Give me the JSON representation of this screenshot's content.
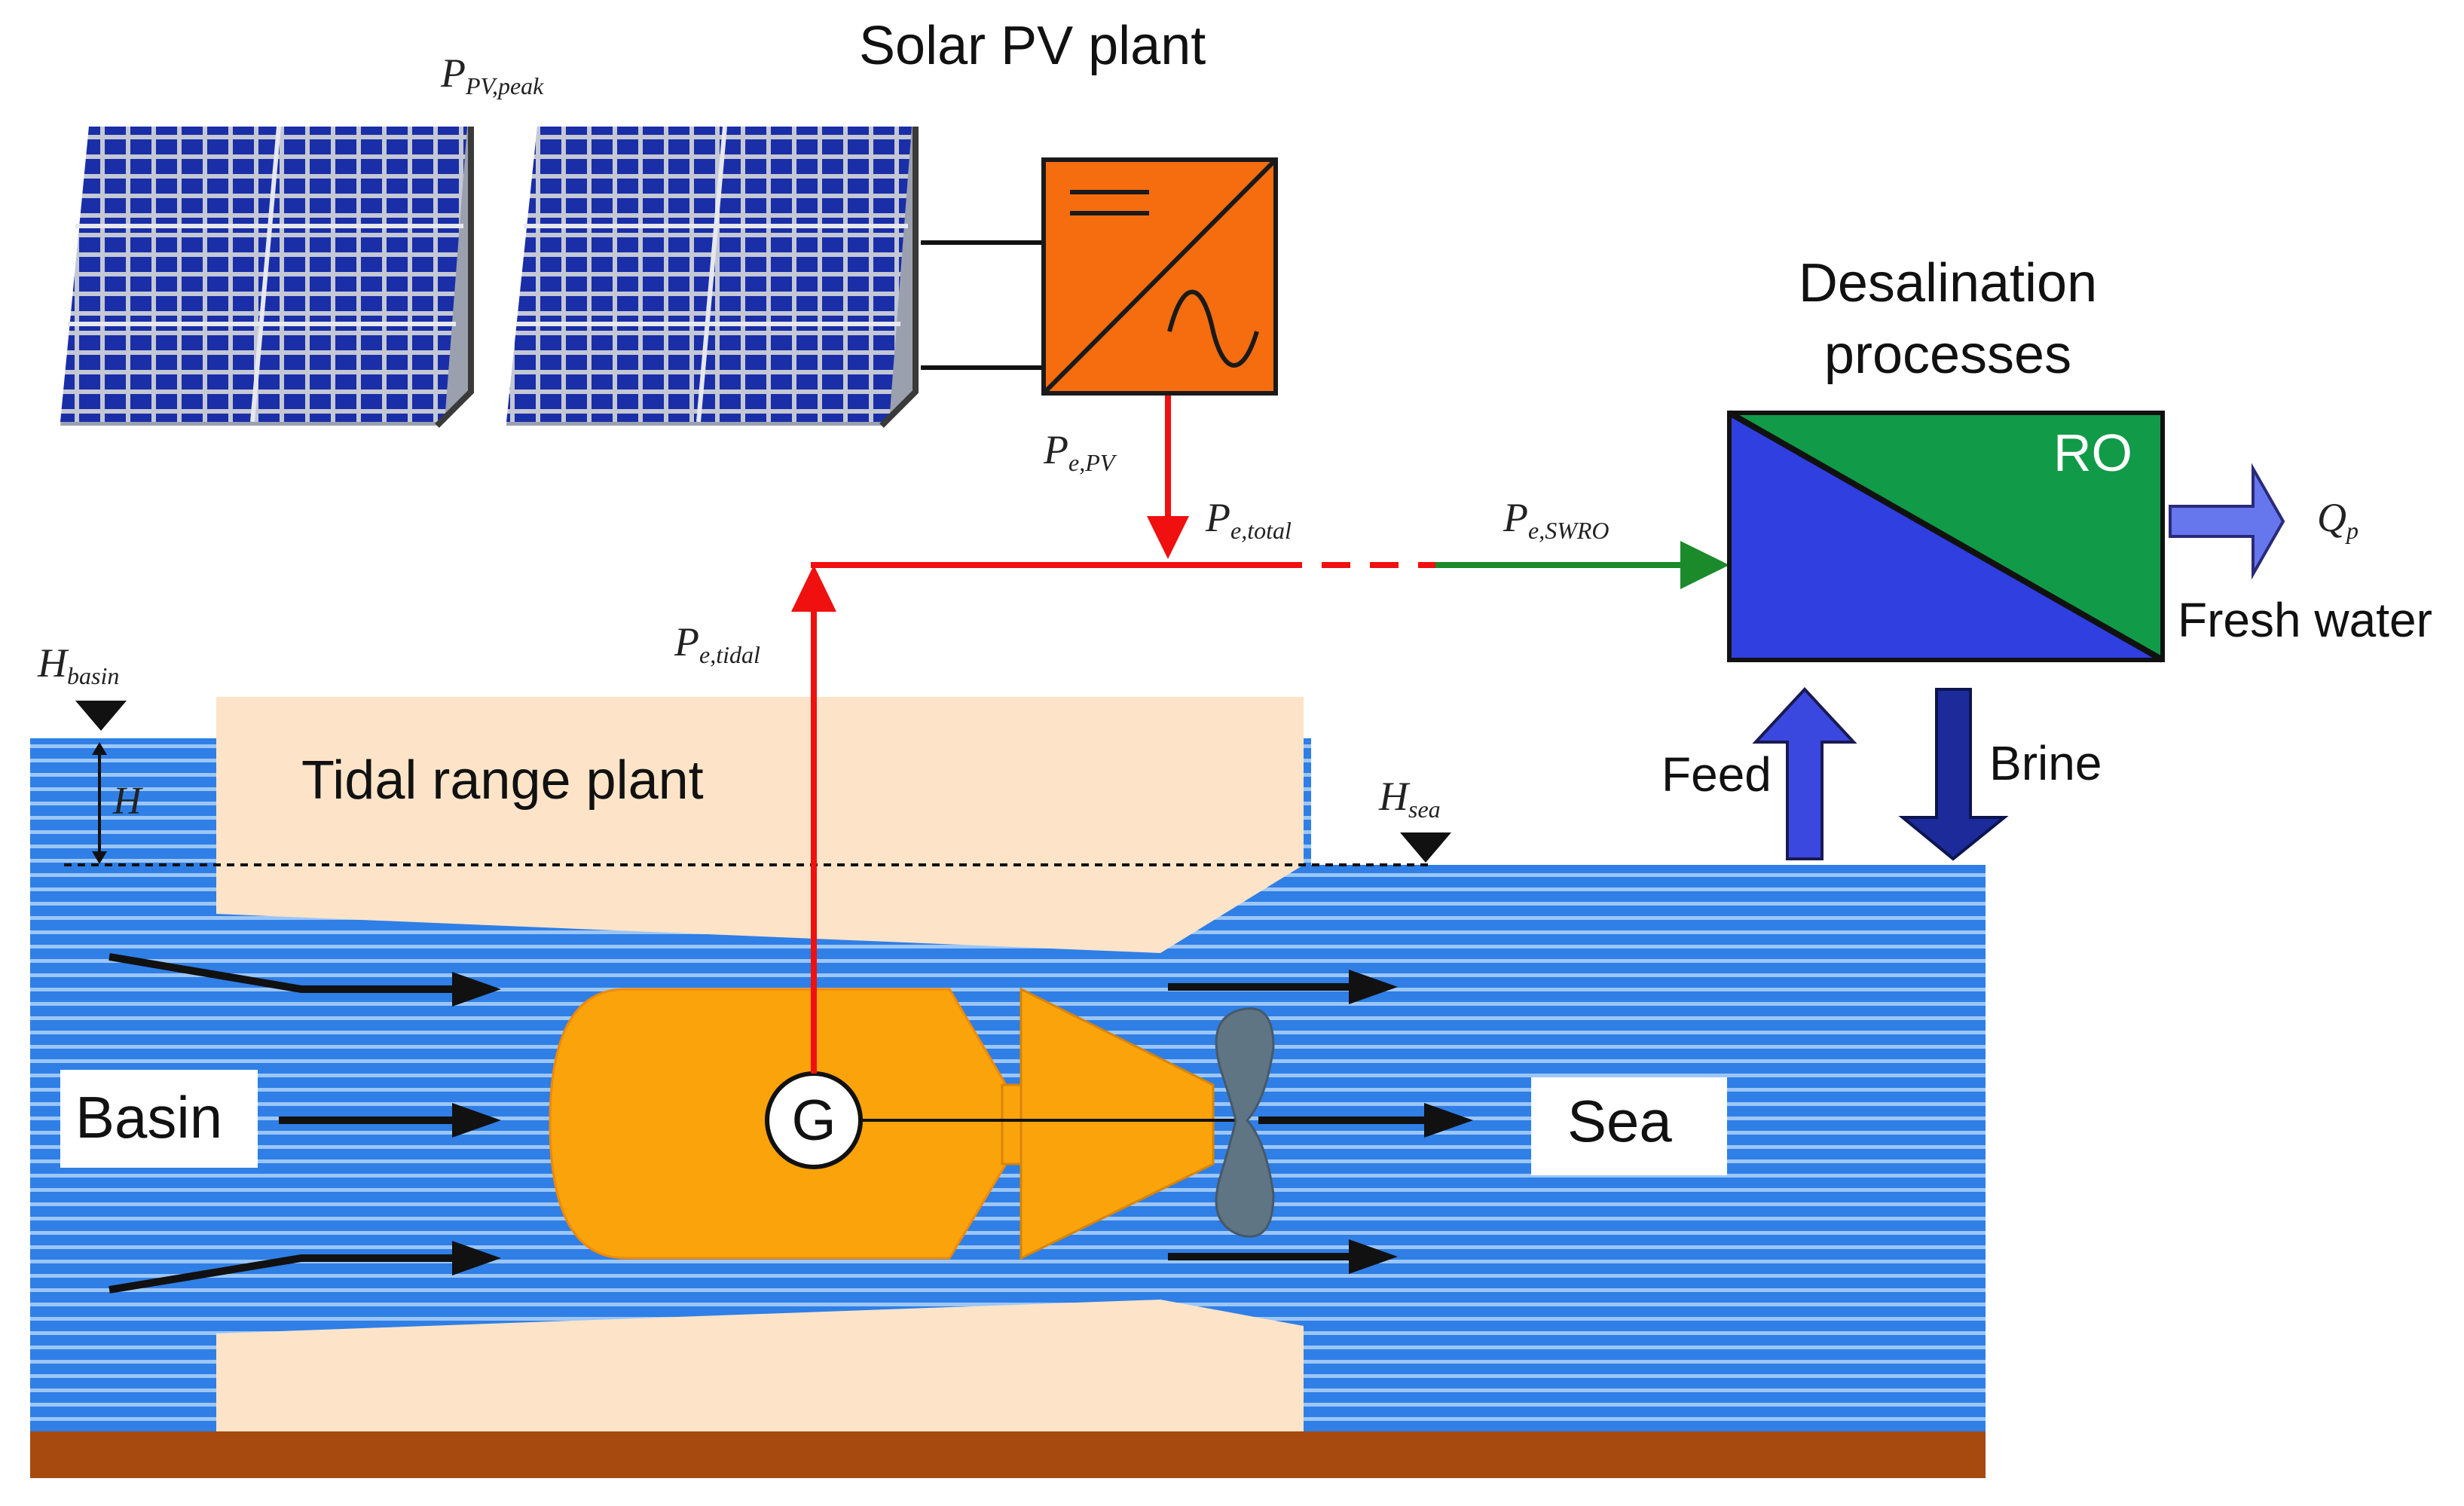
{
  "titles": {
    "solar": "Solar PV plant",
    "desal_line1": "Desalination",
    "desal_line2": "processes",
    "tidal": "Tidal range plant"
  },
  "labels": {
    "ro": "RO",
    "fresh_water": "Fresh water",
    "feed": "Feed",
    "brine": "Brine",
    "basin": "Basin",
    "sea": "Sea",
    "generator": "G"
  },
  "symbols": {
    "p_pv_peak": "P",
    "p_pv_peak_sub": "PV,peak",
    "p_e_pv": "P",
    "p_e_pv_sub": "e,PV",
    "p_e_total": "P",
    "p_e_total_sub": "e,total",
    "p_e_swro": "P",
    "p_e_swro_sub": "e,SWRO",
    "p_e_tidal": "P",
    "p_e_tidal_sub": "e,tidal",
    "h_basin": "H",
    "h_basin_sub": "basin",
    "h": "H",
    "h_sea": "H",
    "h_sea_sub": "sea",
    "q_p": "Q",
    "q_p_sub": "p"
  },
  "colors": {
    "water": "#2f7fe6",
    "water_stripe": "#ffffff",
    "plant_wall": "#fde4c8",
    "seabed": "#a64a0f",
    "turbine_body": "#fba30a",
    "inverter": "#f56d0f",
    "pv_cell": "#1a2ea8",
    "ro_green": "#119a48",
    "ro_blue": "#2f3fe0",
    "power_line": "#f01010",
    "swro_line": "#1a8a2a",
    "feed_arrow": "#3a48e0",
    "brine_arrow": "#1c2a9a",
    "fresh_arrow": "#6677ee",
    "propeller": "#5f7583"
  }
}
